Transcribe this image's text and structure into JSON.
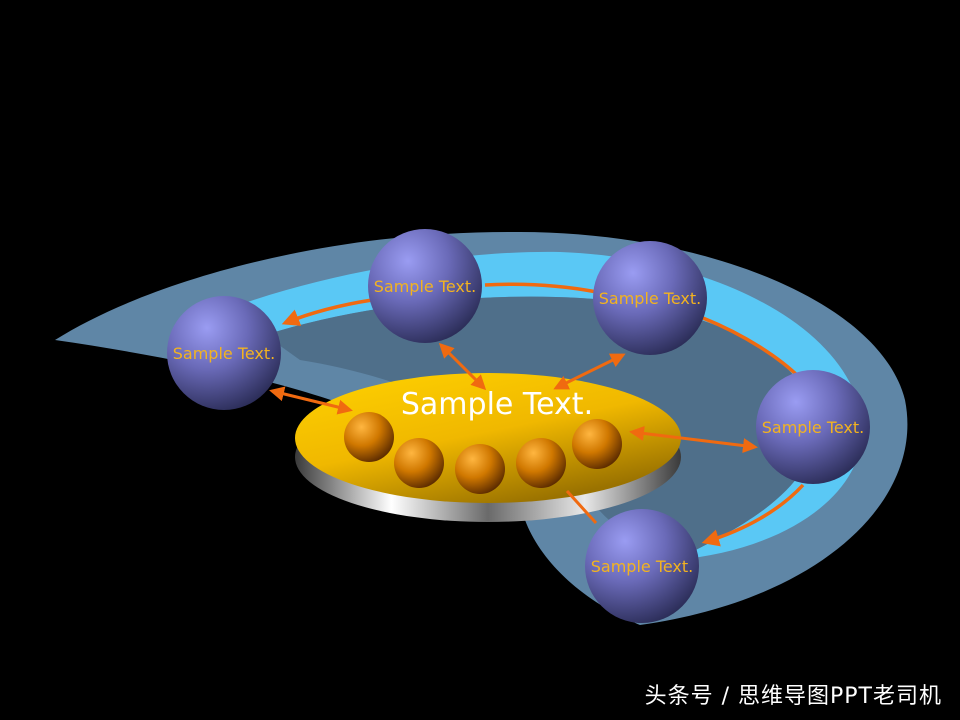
{
  "diagram": {
    "center_label": "Sample Text.",
    "nodes": [
      {
        "label": "Sample Text."
      },
      {
        "label": "Sample Text."
      },
      {
        "label": "Sample Text."
      },
      {
        "label": "Sample Text."
      },
      {
        "label": "Sample Text."
      }
    ]
  },
  "watermark": "头条号 / 思维导图PPT老司机",
  "colors": {
    "background": "#000000",
    "outer_band": "#5f86a6",
    "inner_band": "#5ac8f5",
    "arrow": "#f06a10",
    "node_text": "#f2b320",
    "center_text": "#ffffff",
    "platform": "#f5c400",
    "node_sphere": "#6a6ab8"
  }
}
